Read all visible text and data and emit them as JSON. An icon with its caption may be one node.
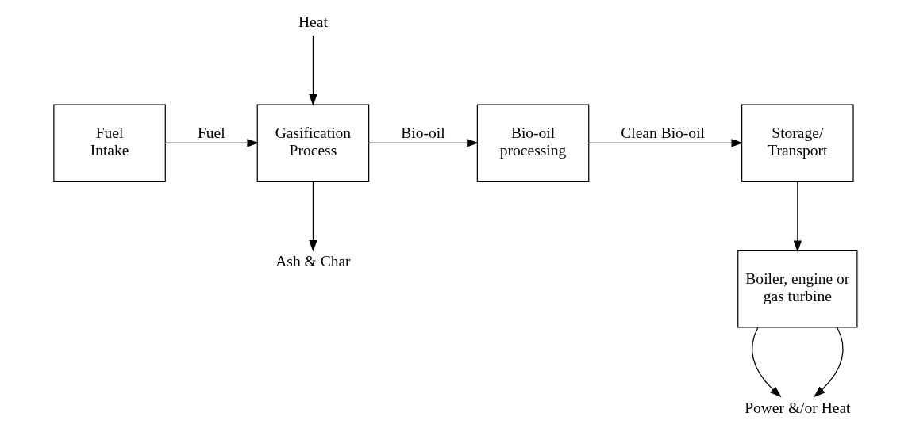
{
  "diagram": {
    "nodes": [
      {
        "text": [
          "Fuel Intake"
        ]
      },
      {
        "text": [
          "Gasification Process"
        ]
      },
      {
        "text": [
          "Bio-oil processing"
        ]
      },
      {
        "text": [
          "Storage/ Transport"
        ]
      },
      {
        "text": [
          "Boiler, engine or gas turbine"
        ]
      },
      {
        "text": [
          "Heat"
        ]
      },
      {
        "text": [
          "Ash & Char"
        ]
      },
      {
        "text": [
          "Power &/or Heat"
        ]
      }
    ],
    "edges": [
      {
        "from": 0,
        "to": 1,
        "arrow": "to",
        "label": "Fuel"
      },
      {
        "from": 5,
        "to": 1,
        "arrow": "to"
      },
      {
        "from": 1,
        "to": 2,
        "arrow": "to",
        "label": "Bio-oil"
      },
      {
        "from": 1,
        "to": 6,
        "arrow": "to"
      },
      {
        "from": 2,
        "to": 3,
        "arrow": "to",
        "label": "Clean Bio-oil"
      },
      {
        "from": 3,
        "to": 4,
        "arrow": "to"
      },
      {
        "from": 4,
        "to": 7,
        "arrow": "to"
      },
      {
        "from": 4,
        "to": 7,
        "arrow": "to"
      }
    ]
  }
}
